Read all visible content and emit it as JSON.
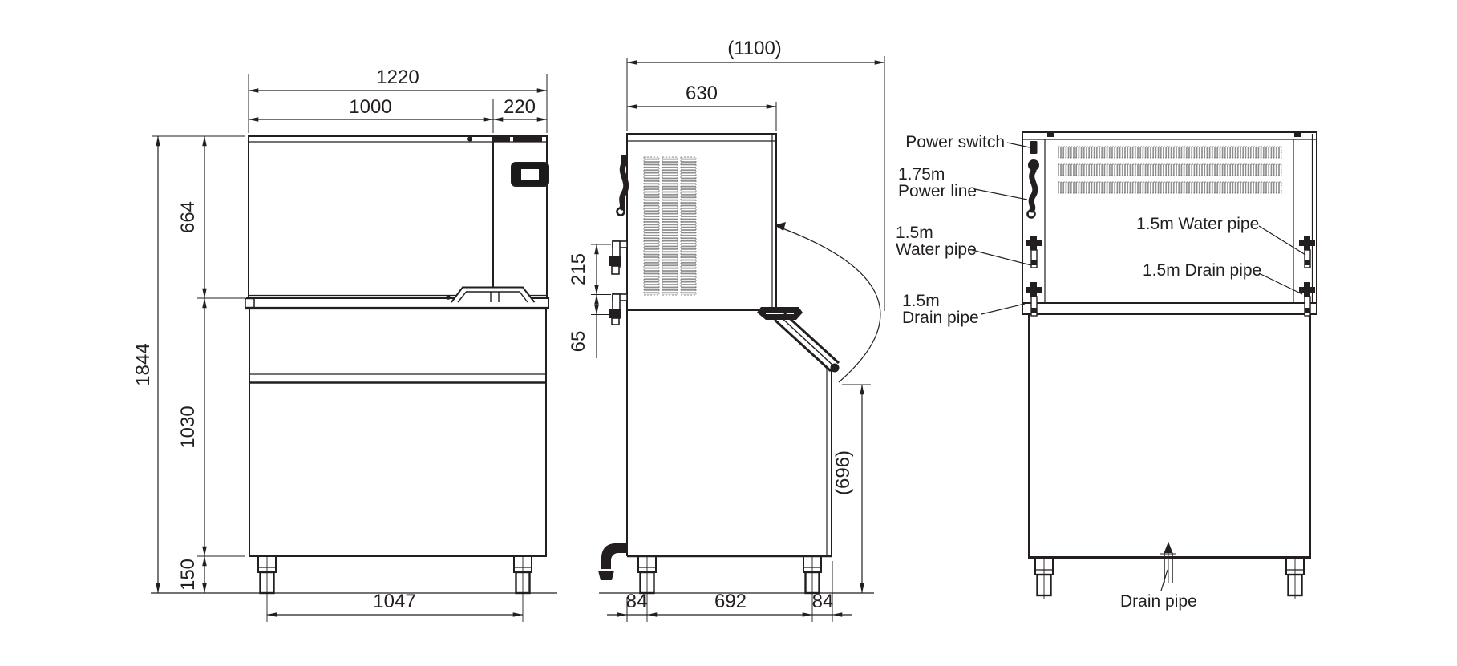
{
  "title": "Ice machine dimensional drawing",
  "front": {
    "width_total": "1220",
    "width_body": "1000",
    "width_panel": "220",
    "height_total": "1844",
    "height_head": "664",
    "height_bin": "1030",
    "height_legs": "150",
    "leg_spacing": "1047"
  },
  "side": {
    "depth_overall": "(1100)",
    "depth_head": "630",
    "pipe_spacing": "215",
    "drain_offset": "65",
    "chute_height": "(696)",
    "front_leg_offset": "84",
    "leg_spacing": "692",
    "back_leg_offset": "84"
  },
  "back": {
    "power_switch_label": "Power switch",
    "power_line_length": "1.75m",
    "power_line_label": "Power line",
    "water_pipe_left_length": "1.5m",
    "water_pipe_left_label": "Water pipe",
    "drain_pipe_left_length": "1.5m",
    "drain_pipe_left_label": "Drain pipe",
    "water_pipe_right_label": "1.5m Water pipe",
    "drain_pipe_right_label": "1.5m Drain pipe",
    "drain_pipe_bottom_label": "Drain pipe"
  },
  "colors": {
    "line": "#231f20",
    "grille": "#8a8a8a",
    "background": "#ffffff"
  }
}
